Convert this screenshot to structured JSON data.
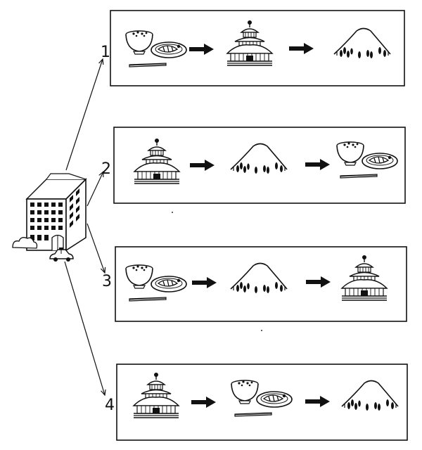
{
  "routes": [
    {
      "number": "1",
      "steps": [
        "meal-icon",
        "castle-icon",
        "mountain-icon"
      ]
    },
    {
      "number": "2",
      "steps": [
        "castle-icon",
        "mountain-icon",
        "meal-icon"
      ]
    },
    {
      "number": "3",
      "steps": [
        "meal-icon",
        "mountain-icon",
        "castle-icon"
      ]
    },
    {
      "number": "4",
      "steps": [
        "castle-icon",
        "meal-icon",
        "mountain-icon"
      ]
    }
  ],
  "start": {
    "icons": [
      "hotel-building-icon",
      "taxi-icon"
    ]
  },
  "arrow_icon": "right-arrow-icon"
}
